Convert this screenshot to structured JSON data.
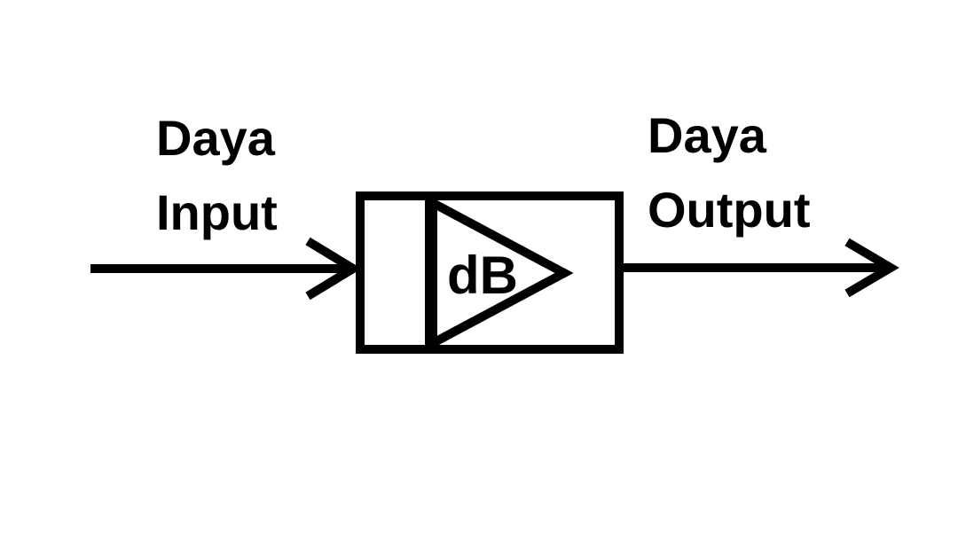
{
  "diagram": {
    "input_label": {
      "line1": "Daya",
      "line2": "Input"
    },
    "output_label": {
      "line1": "Daya",
      "line2": "Output"
    },
    "block_label": "dB",
    "colors": {
      "stroke": "#000000",
      "background": "#ffffff"
    }
  }
}
